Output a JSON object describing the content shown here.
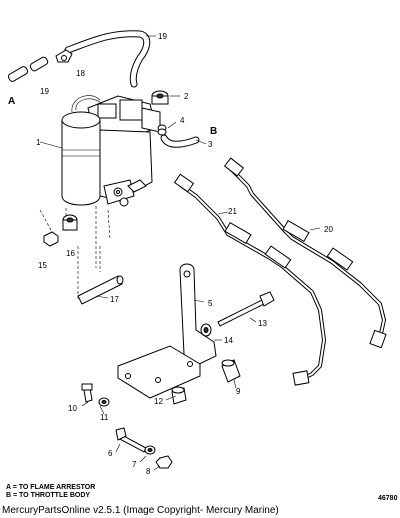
{
  "letters": [
    "A",
    "B"
  ],
  "callouts": [
    "1",
    "2",
    "3",
    "4",
    "5",
    "6",
    "7",
    "8",
    "9",
    "10",
    "11",
    "12",
    "13",
    "14",
    "15",
    "16",
    "17",
    "18",
    "19",
    "19",
    "20",
    "21"
  ],
  "legend": {
    "line_a": "A = TO FLAME ARRESTOR",
    "line_b": "B = TO THROTTLE BODY"
  },
  "figure_number": "46780",
  "footer": "MercuryPartsOnline v2.5.1 (Image Copyright- Mercury Marine)"
}
